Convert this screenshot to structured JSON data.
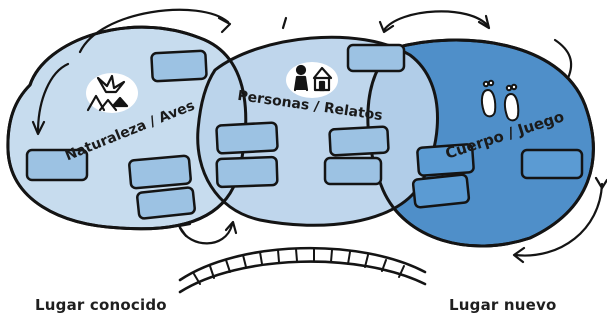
{
  "clusters": [
    {
      "label": "Naturaleza / Aves",
      "icon": "bird-mountains-icon",
      "fill": "#c7dcee"
    },
    {
      "label": "Personas / Relatos",
      "icon": "person-house-icon",
      "fill": "#bad3ea"
    },
    {
      "label": "Cuerpo / Juego",
      "icon": "footprints-icon",
      "fill": "#4f8fc9"
    }
  ],
  "colors": {
    "stroke": "#141414",
    "box_fill": "#9cc2e3",
    "overlap_fill": "#a8c8e6"
  },
  "bottom_labels": {
    "left": "Lugar conocido",
    "right": "Lugar nuevo"
  }
}
